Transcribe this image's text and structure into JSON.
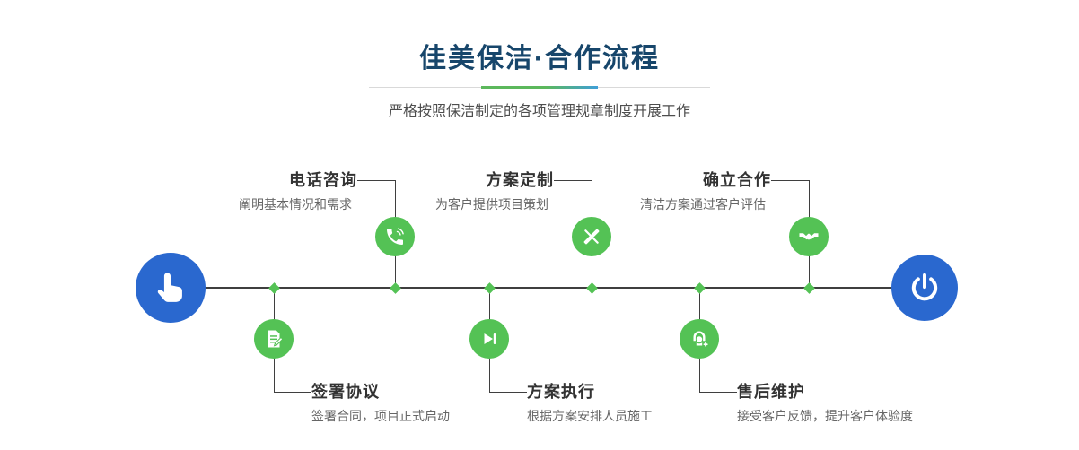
{
  "header": {
    "title": "佳美保洁·合作流程",
    "subtitle": "严格按照保洁制定的各项管理规章制度开展工作"
  },
  "flow": {
    "start": {
      "icon": "hand-pointer-icon"
    },
    "end": {
      "icon": "power-icon"
    },
    "steps_top": [
      {
        "title": "电话咨询",
        "desc": "阐明基本情况和需求",
        "icon": "phone-icon"
      },
      {
        "title": "方案定制",
        "desc": "为客户提供项目策划",
        "icon": "pen-ruler-icon"
      },
      {
        "title": "确立合作",
        "desc": "清洁方案通过客户评估",
        "icon": "handshake-icon"
      }
    ],
    "steps_bottom": [
      {
        "title": "签署协议",
        "desc": "签署合同，项目正式启动",
        "icon": "contract-icon"
      },
      {
        "title": "方案执行",
        "desc": "根据方案安排人员施工",
        "icon": "play-icon"
      },
      {
        "title": "售后维护",
        "desc": "接受客户反馈，提升客户体验度",
        "icon": "headset-icon"
      }
    ]
  },
  "colors": {
    "accent_blue": "#2a68cf",
    "accent_green": "#54c255",
    "line": "#3f3f3f",
    "title": "#17466b"
  }
}
